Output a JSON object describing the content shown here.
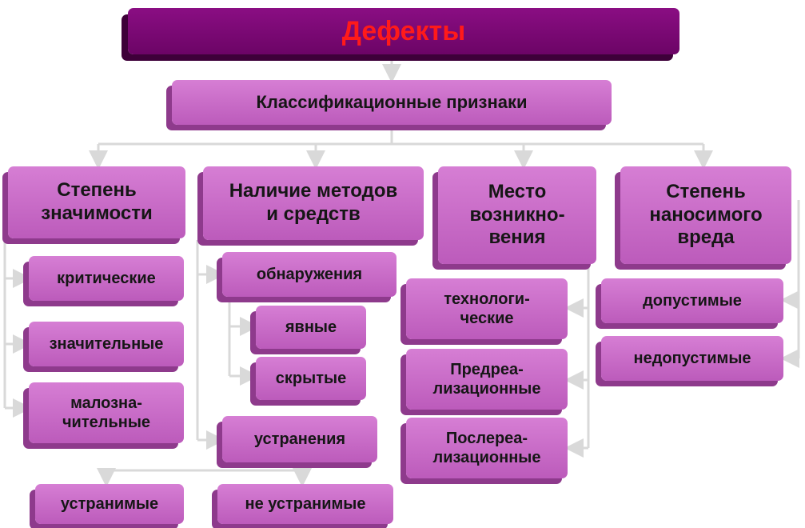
{
  "title": "Дефекты",
  "subtitle": "Классификационные признаки",
  "categories": [
    {
      "label": "Степень\nзначимости",
      "items": [
        "критические",
        "значительные",
        "малозна-\nчительные"
      ]
    },
    {
      "label": "Наличие методов\nи средств",
      "groups": [
        {
          "label": "обнаружения",
          "items": [
            "явные",
            "скрытые"
          ]
        },
        {
          "label": "устранения",
          "items": [
            "устранимые",
            "не устранимые"
          ]
        }
      ]
    },
    {
      "label": "Место\nвозникно-\nвения",
      "items": [
        "технологи-\nческие",
        "Предреа-\nлизационные",
        "Послереа-\nлизационные"
      ]
    },
    {
      "label": "Степень\nнаносимого\nвреда",
      "items": [
        "допустимые",
        "недопустимые"
      ]
    }
  ]
}
